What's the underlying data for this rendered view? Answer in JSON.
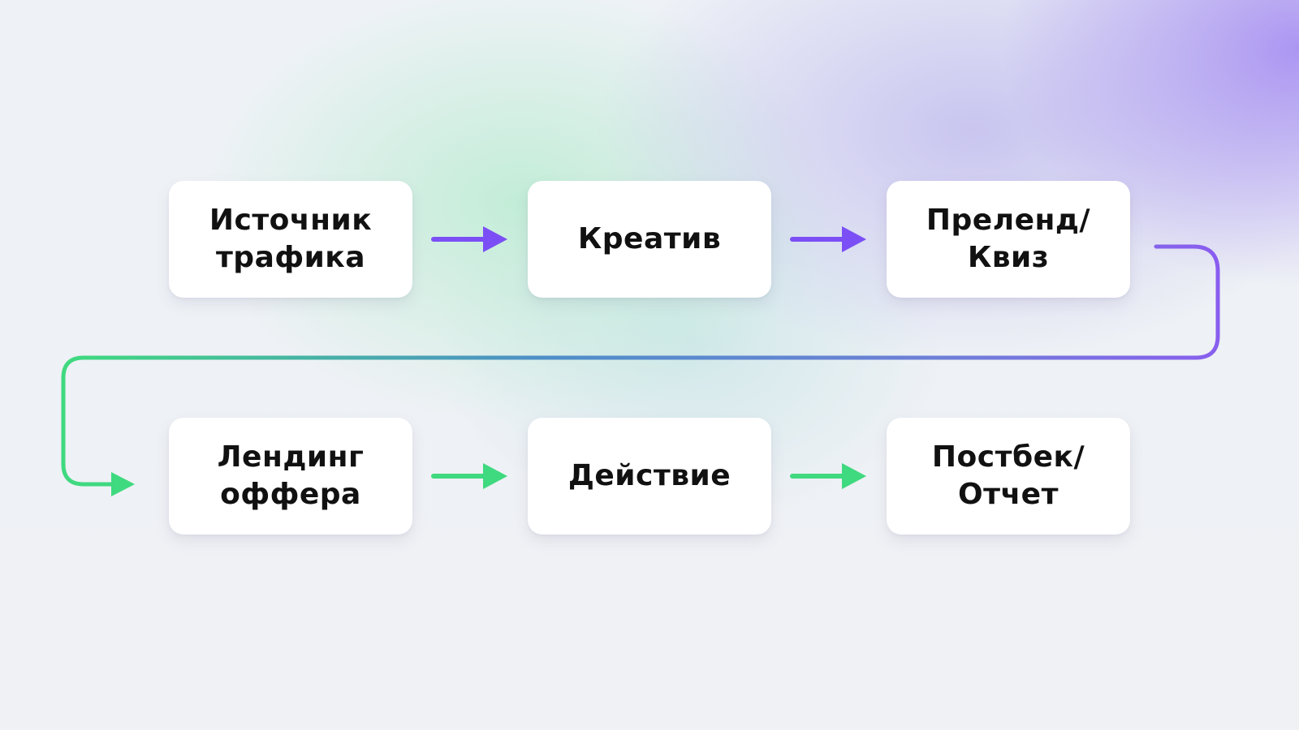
{
  "steps": [
    {
      "label": "Источник\nтрафика"
    },
    {
      "label": "Креатив"
    },
    {
      "label": "Преленд/\nКвиз"
    },
    {
      "label": "Лендинг\nоффера"
    },
    {
      "label": "Действие"
    },
    {
      "label": "Постбек/\nОтчет"
    }
  ],
  "colors": {
    "purple_arrow": "#7b4ff5",
    "green_arrow": "#3fd97f",
    "connector_start": "#8a5cf0",
    "connector_mid": "#4e8fc7",
    "connector_end": "#3fd97f",
    "box_fill": "#ffffff",
    "text": "#111111"
  }
}
